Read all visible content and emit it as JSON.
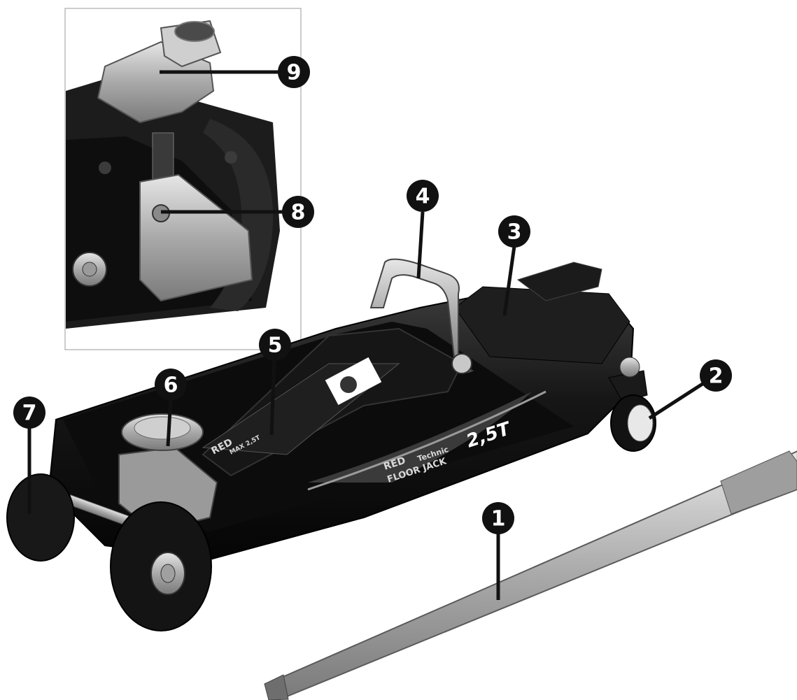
{
  "product": {
    "capacity_label": "2,5T",
    "brand_red": "RED",
    "brand_technic": "Technic",
    "brand_floor_jack": "FLOOR JACK",
    "sticker_max": "MAX 2,5T",
    "sticker_red": "RED"
  },
  "callouts": [
    {
      "number": "1",
      "part": "handle-tube"
    },
    {
      "number": "2",
      "part": "rear-caster"
    },
    {
      "number": "3",
      "part": "handle-socket"
    },
    {
      "number": "4",
      "part": "carry-handle"
    },
    {
      "number": "5",
      "part": "instruction-sticker"
    },
    {
      "number": "6",
      "part": "lift-saddle"
    },
    {
      "number": "7",
      "part": "front-wheel"
    },
    {
      "number": "8",
      "part": "release-valve"
    },
    {
      "number": "9",
      "part": "handle-sleeve"
    }
  ],
  "colors": {
    "callout_fill": "#111111",
    "body": "#141414",
    "metal": "#bdbdbd"
  }
}
